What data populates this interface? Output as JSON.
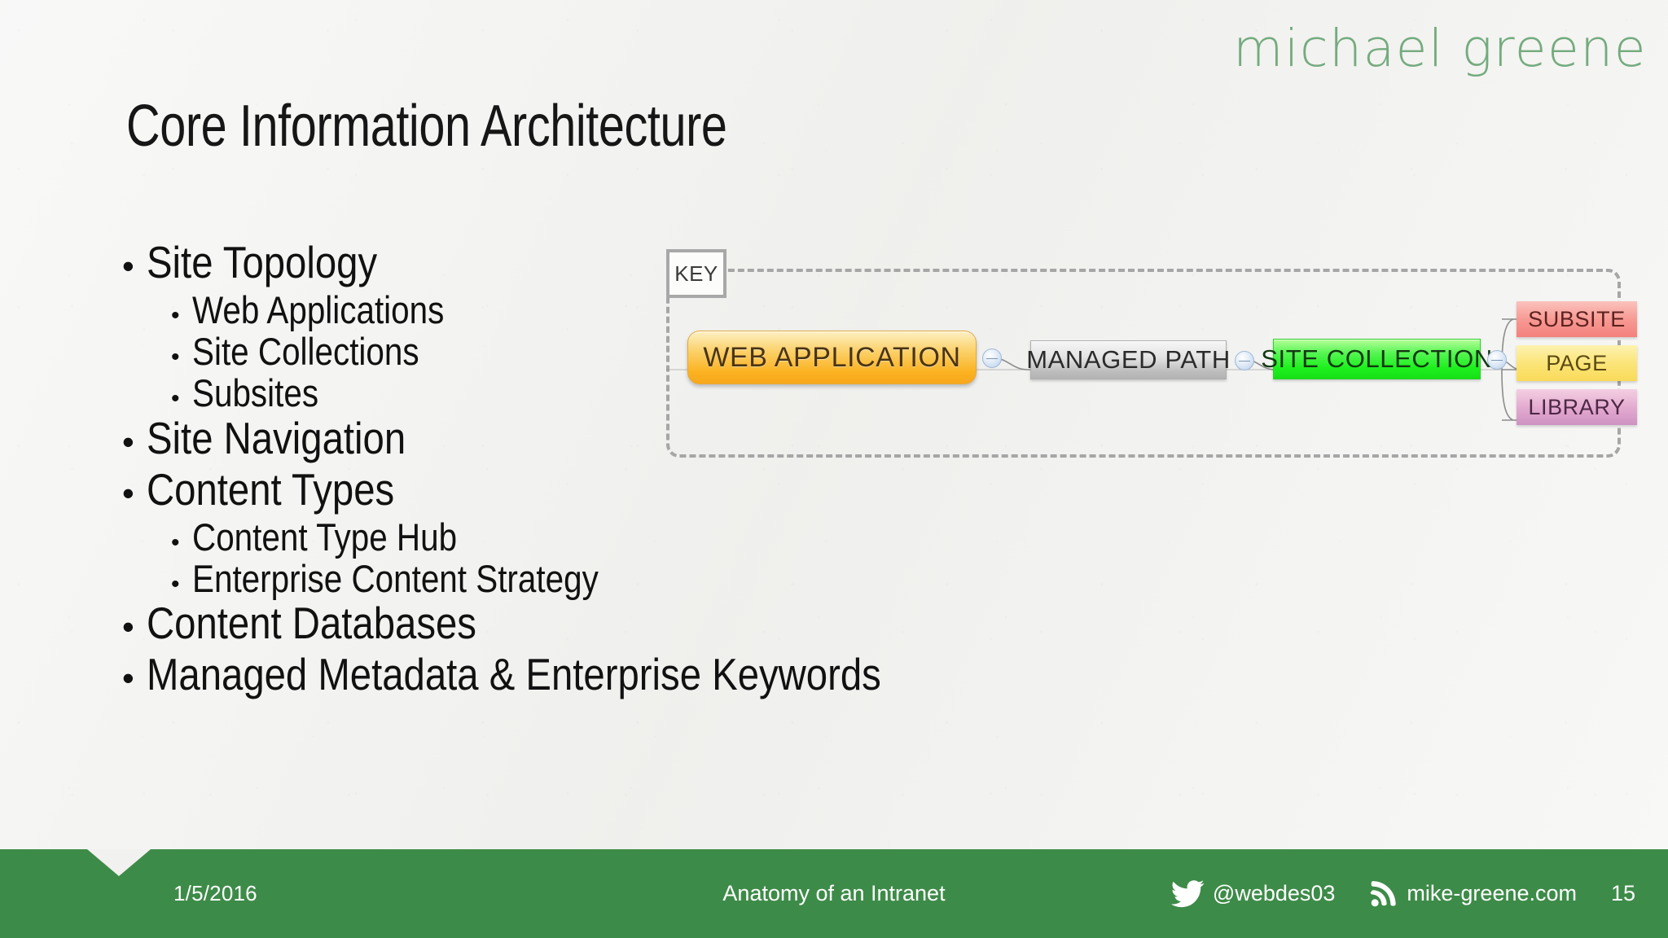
{
  "brand": {
    "name": "michael greene",
    "color": "#74ab7e"
  },
  "title": "Core Information Architecture",
  "bullets": [
    {
      "level": 1,
      "text": "Site Topology"
    },
    {
      "level": 2,
      "text": "Web Applications"
    },
    {
      "level": 2,
      "text": "Site Collections"
    },
    {
      "level": 2,
      "text": "Subsites"
    },
    {
      "level": 1,
      "text": "Site Navigation"
    },
    {
      "level": 1,
      "text": "Content Types"
    },
    {
      "level": 2,
      "text": "Content Type Hub"
    },
    {
      "level": 2,
      "text": "Enterprise Content Strategy"
    },
    {
      "level": 1,
      "text": "Content Databases"
    },
    {
      "level": 1,
      "text": "Managed Metadata & Enterprise Keywords"
    }
  ],
  "bullet_glyph": "•",
  "diagram": {
    "key_label": "KEY",
    "nodes": {
      "web_application": {
        "label": "WEB APPLICATION",
        "color": "#fbb221"
      },
      "managed_path": {
        "label": "MANAGED PATH",
        "color": "#c9c9c9"
      },
      "site_collection": {
        "label": "SITE COLLECTION",
        "color": "#1ef01e"
      },
      "subsite": {
        "label": "SUBSITE",
        "color": "#f7918b"
      },
      "page": {
        "label": "PAGE",
        "color": "#fbe57b"
      },
      "library": {
        "label": "LIBRARY",
        "color": "#dba5cb"
      }
    }
  },
  "footer": {
    "date": "1/5/2016",
    "deck_title": "Anatomy of an Intranet",
    "twitter_handle": "@webdes03",
    "website": "mike-greene.com",
    "page_number": "15",
    "bar_color": "#3d8b48"
  }
}
